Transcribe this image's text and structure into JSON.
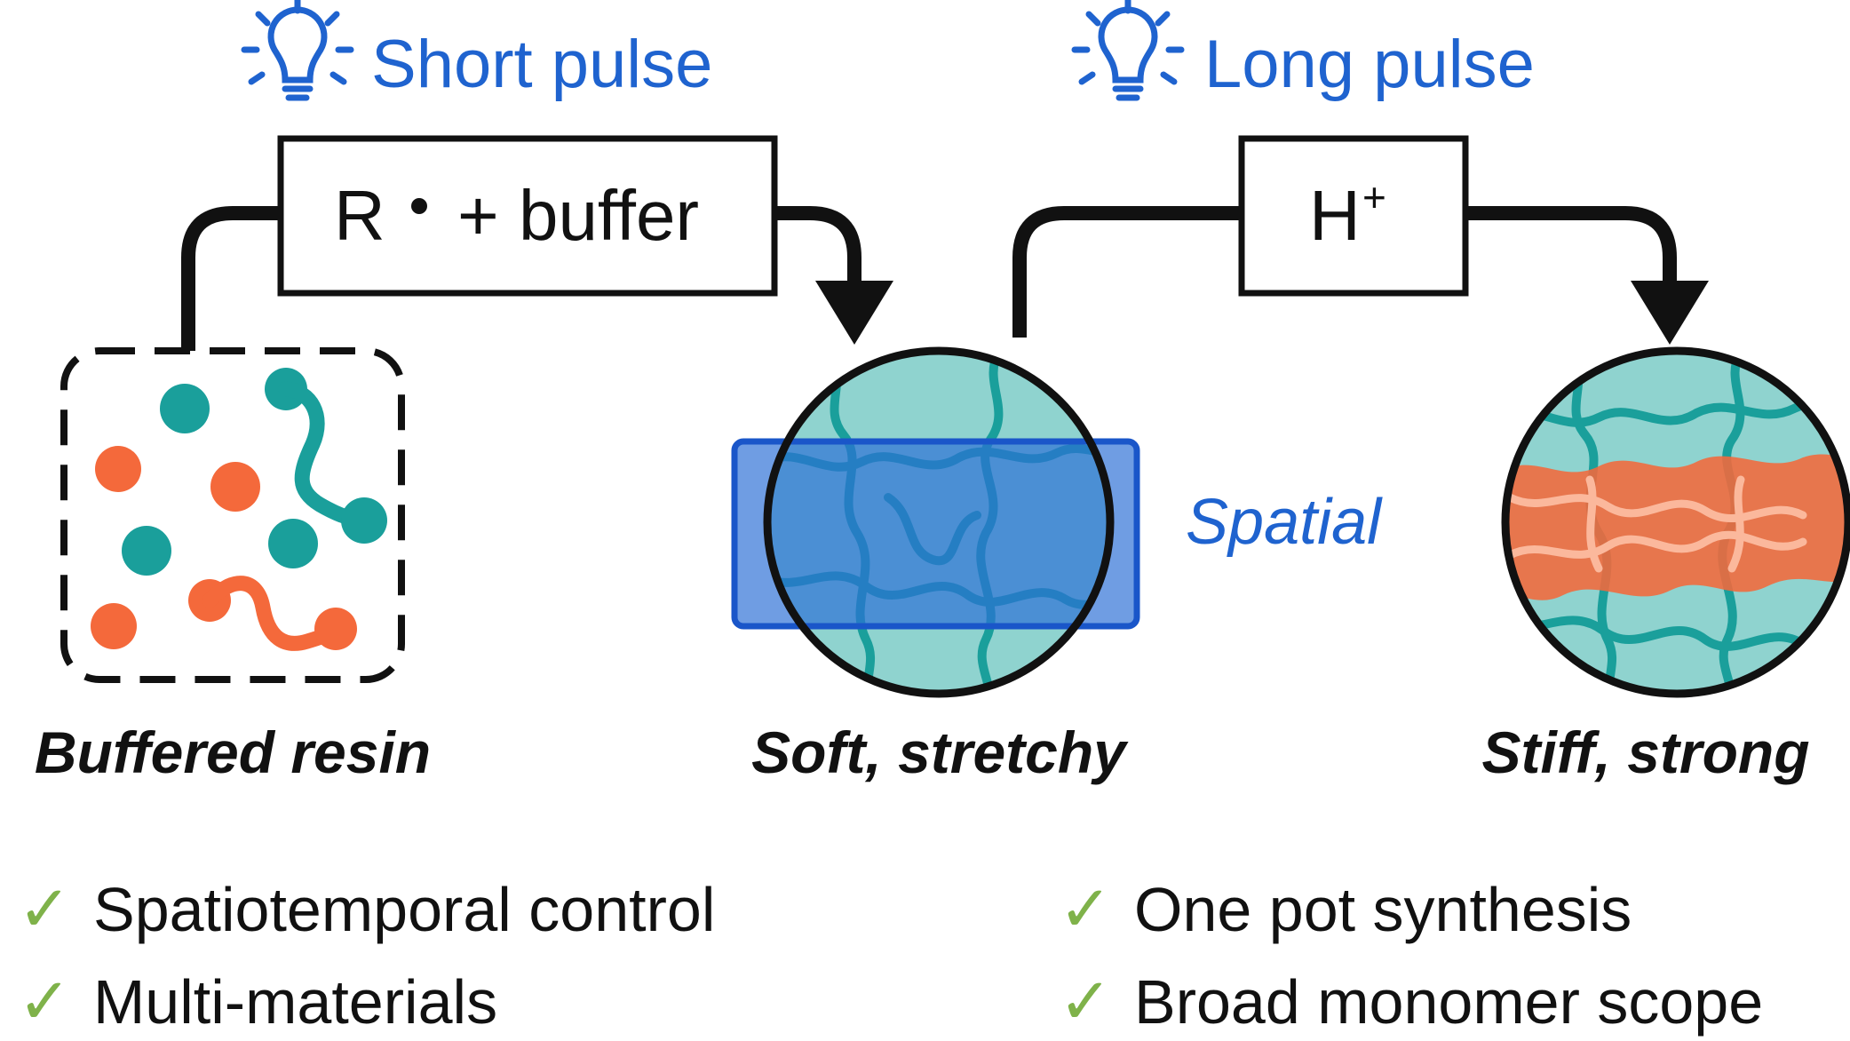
{
  "pulses": {
    "short": "Short pulse",
    "long": "Long pulse"
  },
  "boxes": {
    "radical_prefix": "R",
    "radical_suffix": "+ buffer",
    "proton_base": "H",
    "proton_charge": "+"
  },
  "spatial_label": "Spatial",
  "states": {
    "resin": "Buffered resin",
    "soft": "Soft, stretchy",
    "stiff": "Stiff, strong"
  },
  "features": {
    "check_mark": "✓",
    "left": [
      "Spatiotemporal control",
      "Multi-materials"
    ],
    "right": [
      "One pot synthesis",
      "Broad monomer scope"
    ]
  },
  "icons": {
    "bulb": "lightbulb-icon",
    "check": "check-icon"
  },
  "colors": {
    "light_blue_text": "#1f63cf",
    "teal": "#1a9f9b",
    "teal_light": "#8fd3cf",
    "orange": "#f4693b",
    "highlight_blue": "#2b6fd6",
    "check_green": "#7fb24a",
    "ink": "#111111"
  }
}
